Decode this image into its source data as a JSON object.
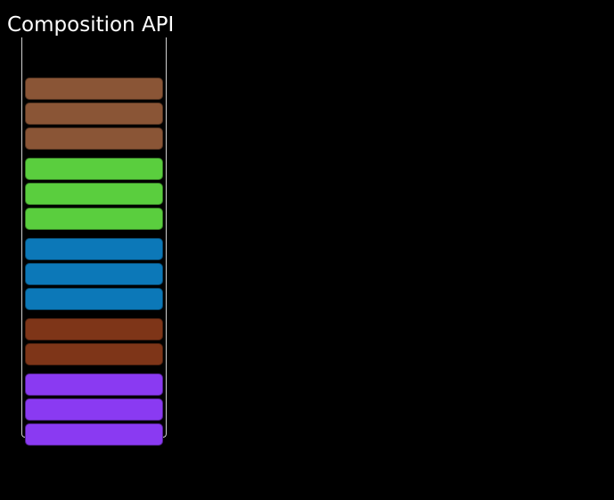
{
  "title": "Composition API",
  "canvas": {
    "background": "#000000",
    "text_color": "#ffffff"
  },
  "container": {
    "border_color": "#d2d2d2",
    "open_side": "top"
  },
  "block_groups": [
    {
      "name": "group-brown",
      "color": "#8a5536",
      "block_count": 3
    },
    {
      "name": "group-green",
      "color": "#5ace3e",
      "block_count": 3
    },
    {
      "name": "group-blue",
      "color": "#0c78b8",
      "block_count": 3
    },
    {
      "name": "group-rust",
      "color": "#7e3518",
      "block_count": 2
    },
    {
      "name": "group-purple",
      "color": "#8a3af2",
      "block_count": 3
    }
  ]
}
